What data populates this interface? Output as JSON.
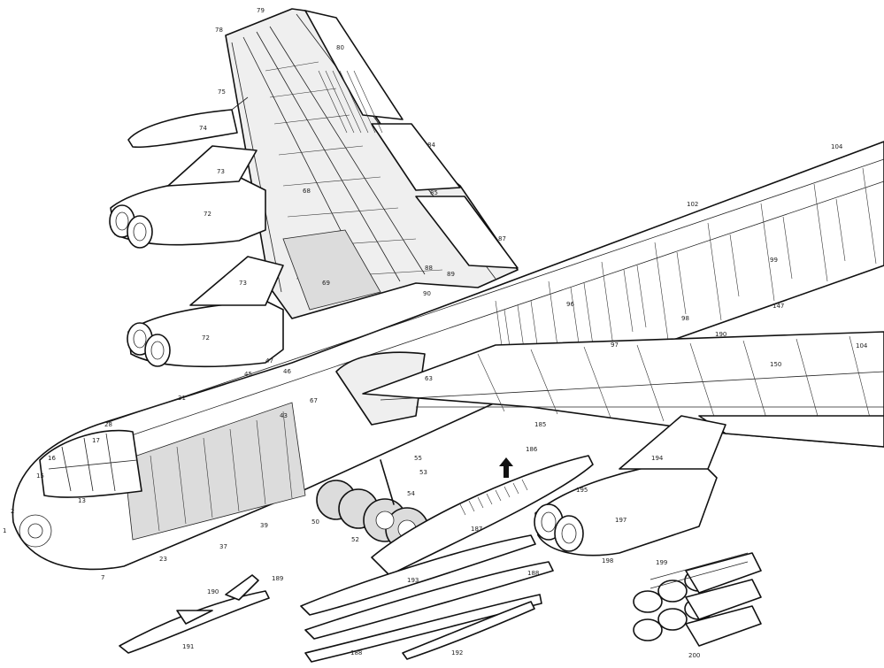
{
  "callouts": [
    {
      "id": "c79",
      "text": "79"
    },
    {
      "id": "c78",
      "text": "78"
    },
    {
      "id": "c80",
      "text": "80"
    },
    {
      "id": "c75",
      "text": "75"
    },
    {
      "id": "c74",
      "text": "74"
    },
    {
      "id": "c73a",
      "text": "73"
    },
    {
      "id": "c72a",
      "text": "72"
    },
    {
      "id": "c73b",
      "text": "73"
    },
    {
      "id": "c72b",
      "text": "72"
    },
    {
      "id": "c68",
      "text": "68"
    },
    {
      "id": "c69",
      "text": "69"
    },
    {
      "id": "c84",
      "text": "84"
    },
    {
      "id": "c85",
      "text": "85"
    },
    {
      "id": "c87",
      "text": "87"
    },
    {
      "id": "c88",
      "text": "88"
    },
    {
      "id": "c89",
      "text": "89"
    },
    {
      "id": "c90",
      "text": "90"
    },
    {
      "id": "c102",
      "text": "102"
    },
    {
      "id": "c104a",
      "text": "104"
    },
    {
      "id": "c104b",
      "text": "104"
    },
    {
      "id": "c99",
      "text": "99"
    },
    {
      "id": "c98",
      "text": "98"
    },
    {
      "id": "c97",
      "text": "97"
    },
    {
      "id": "c96",
      "text": "96"
    },
    {
      "id": "c147",
      "text": "147"
    },
    {
      "id": "c150",
      "text": "150"
    },
    {
      "id": "c63",
      "text": "63"
    },
    {
      "id": "c67",
      "text": "67"
    },
    {
      "id": "c45",
      "text": "45"
    },
    {
      "id": "c46",
      "text": "46"
    },
    {
      "id": "c47",
      "text": "47"
    },
    {
      "id": "c43",
      "text": "43"
    },
    {
      "id": "c31",
      "text": "31"
    },
    {
      "id": "c28",
      "text": "28"
    },
    {
      "id": "c16",
      "text": "16"
    },
    {
      "id": "c17",
      "text": "17"
    },
    {
      "id": "c15",
      "text": "15"
    },
    {
      "id": "c13",
      "text": "13"
    },
    {
      "id": "c2",
      "text": "2"
    },
    {
      "id": "c1",
      "text": "1"
    },
    {
      "id": "c7",
      "text": "7"
    },
    {
      "id": "c23",
      "text": "23"
    },
    {
      "id": "c37",
      "text": "37"
    },
    {
      "id": "c39",
      "text": "39"
    },
    {
      "id": "c50",
      "text": "50"
    },
    {
      "id": "c52",
      "text": "52"
    },
    {
      "id": "c53",
      "text": "53"
    },
    {
      "id": "c54",
      "text": "54"
    },
    {
      "id": "c55",
      "text": "55"
    },
    {
      "id": "c185",
      "text": "185"
    },
    {
      "id": "c186",
      "text": "186"
    },
    {
      "id": "c187",
      "text": "187"
    },
    {
      "id": "c188",
      "text": "188"
    },
    {
      "id": "c189",
      "text": "189"
    },
    {
      "id": "c190",
      "text": "190"
    },
    {
      "id": "c191",
      "text": "191"
    },
    {
      "id": "c192",
      "text": "192"
    },
    {
      "id": "c193",
      "text": "193"
    },
    {
      "id": "c194",
      "text": "194"
    },
    {
      "id": "c195",
      "text": "195"
    },
    {
      "id": "c197",
      "text": "197"
    },
    {
      "id": "c198",
      "text": "198"
    },
    {
      "id": "c199",
      "text": "199"
    },
    {
      "id": "c200",
      "text": "200"
    },
    {
      "id": "c90b",
      "text": "190"
    },
    {
      "id": "c88b",
      "text": "188"
    }
  ]
}
